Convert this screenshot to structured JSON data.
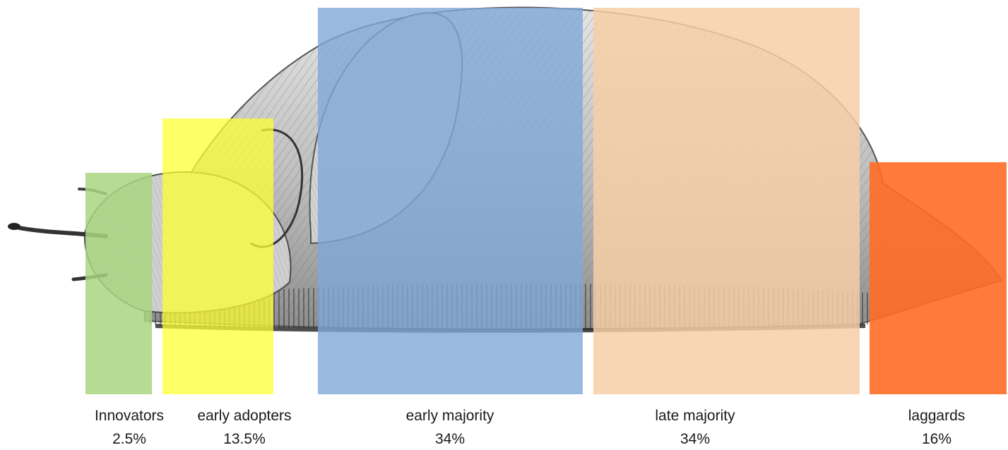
{
  "chart_data": {
    "type": "bar",
    "categories": [
      "Innovators",
      "early adopters",
      "early majority",
      "late majority",
      "laggards"
    ],
    "percent_labels": [
      "2.5%",
      "13.5%",
      "34%",
      "34%",
      "16%"
    ],
    "values": [
      2.5,
      13.5,
      34,
      34,
      16
    ],
    "colors": [
      "#a9d57f",
      "#ffff33",
      "#7fa9d8",
      "#f7cfa7",
      "#ff6b26"
    ],
    "background": {
      "subject": "slug-illustration",
      "style": "grayscale-sketch"
    }
  }
}
